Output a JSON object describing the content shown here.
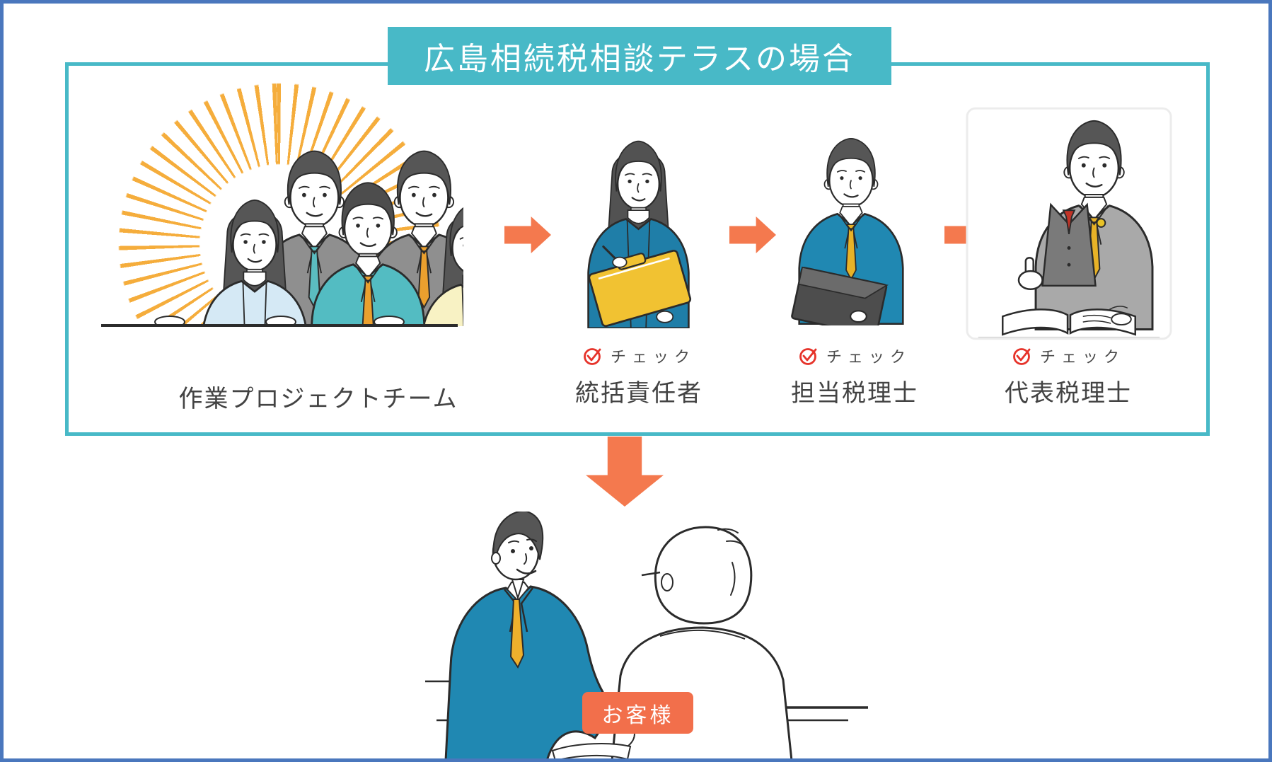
{
  "title_banner": {
    "text": "広島相続税相談テラスの場合"
  },
  "flow_box": {
    "team": {
      "label": "作業プロジェクトチーム"
    },
    "steps": [
      {
        "check": "チェック",
        "role": "統括責任者"
      },
      {
        "check": "チェック",
        "role": "担当税理士"
      },
      {
        "check": "チェック",
        "role": "代表税理士"
      }
    ]
  },
  "customer": {
    "badge": "お客様"
  },
  "colors": {
    "outer-border": "#4a77bd",
    "teal": "#48b9c7",
    "orange": "#f4794e",
    "badge-orange": "#f26f4b",
    "check-red": "#e6332a",
    "text-dark": "#434343",
    "ray-yellow": "#f5ad3c"
  }
}
